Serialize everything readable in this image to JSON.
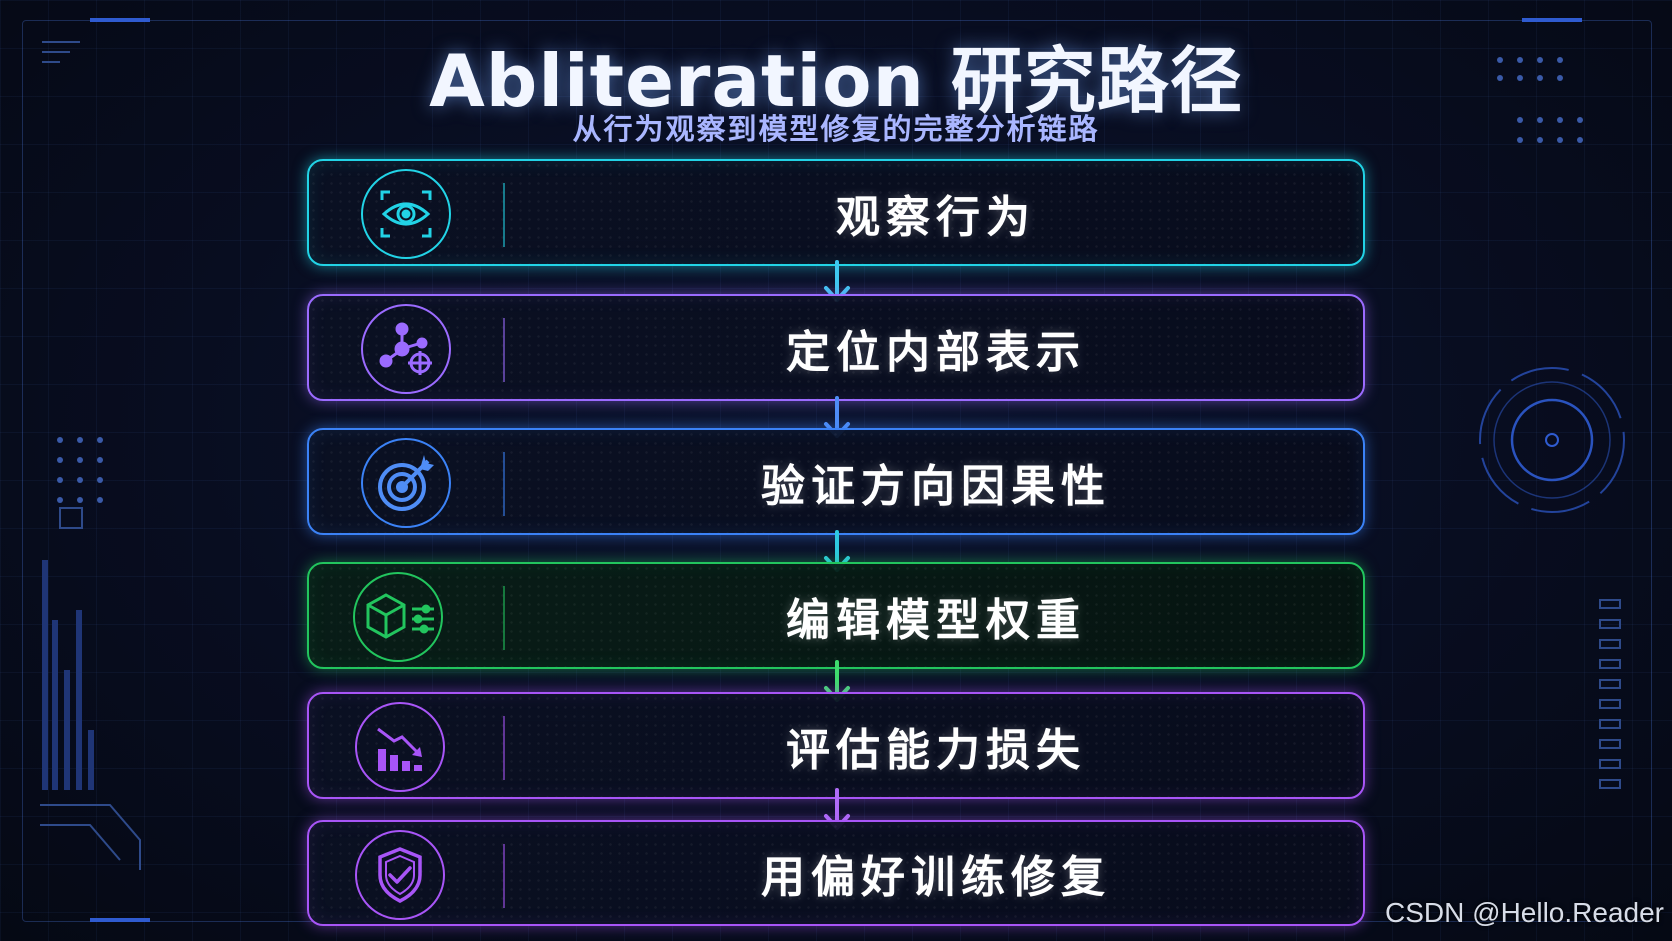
{
  "title": "Abliteration 研究路径",
  "subtitle": "从行为观察到模型修复的完整分析链路",
  "steps": [
    {
      "label": "观察行为",
      "icon": "eye-icon",
      "color": "#22d3e6"
    },
    {
      "label": "定位内部表示",
      "icon": "network-target-icon",
      "color": "#9b6bff"
    },
    {
      "label": "验证方向因果性",
      "icon": "target-arrow-icon",
      "color": "#3b82f6"
    },
    {
      "label": "编辑模型权重",
      "icon": "cube-sliders-icon",
      "color": "#22c55e"
    },
    {
      "label": "评估能力损失",
      "icon": "declining-chart-icon",
      "color": "#a855f7"
    },
    {
      "label": "用偏好训练修复",
      "icon": "shield-check-icon",
      "color": "#a855f7"
    }
  ],
  "watermark": "CSDN @Hello.Reader"
}
